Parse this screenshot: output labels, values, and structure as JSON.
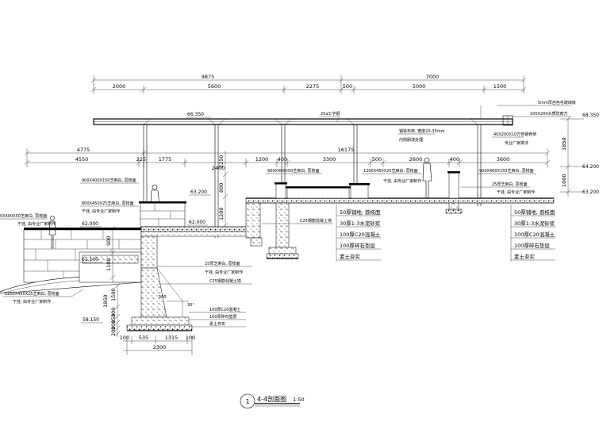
{
  "top_dims": {
    "row1": [
      "9875",
      "7000"
    ],
    "row2": [
      "2000",
      "5600",
      "2275",
      "500",
      "5000",
      "1500"
    ]
  },
  "mid_dims": {
    "row1": [
      "4775",
      "16175"
    ],
    "row2": [
      "4550",
      "225",
      "1775",
      "2400",
      "1200",
      "400",
      "3300",
      "500",
      "2600",
      "400",
      "3600"
    ]
  },
  "vertical_dims": {
    "center": [
      "2250",
      "800",
      "1200"
    ],
    "right": [
      "1850",
      "1000"
    ],
    "left_upper": [
      "900",
      "1100"
    ],
    "left_lower": [
      "1850",
      "1500",
      "300",
      "150",
      "200",
      "200"
    ]
  },
  "bottom_dims": {
    "row1": [
      "100",
      "535",
      "1315",
      "100"
    ],
    "row2": [
      "2300"
    ]
  },
  "elevations": {
    "roof": "66.350",
    "right_top": "68.350",
    "right_mid": "64.200",
    "right_low": "63.200",
    "deck": "63.200",
    "wall_top": "62.000",
    "wall_mid": "62.000",
    "planter": "61.100",
    "ground": "58.150"
  },
  "notes": {
    "h_beam": "25a工字钢",
    "glass_top": "5mm厚自色毛玻璃板",
    "wood_beam": "100X200木质防腐方",
    "steel_tube": "40X200X10方管钢骨架",
    "steel_tube2": "专业厂家做法",
    "glass_gap": "钢铁构架, 宽度20-35mm",
    "glass_gap2": "内侧刷漆处理",
    "paver1": "900X400X150芝麻白, 荔枝面",
    "seat1": "800X450X25芝麻白, 荔枝面",
    "seat1b": "干挂, 由专业厂家制作",
    "wall1": "0X400X50芝麻白, 荔枝面",
    "wall1b": "干挂, 由专业厂家制作",
    "cap_low": "1200X450X25芝麻白, 荔枝面",
    "cap_lowb": "干挂, 由专业厂家制作",
    "cap_mid1": "900X400X50芝麻白, 荔枝面",
    "cap_mid2": "1200X450X25芝麻白, 荔枝面",
    "cap_mid2b": "干挂, 由专业厂家制作",
    "cap_right": "900X400X150芝麻白, 荔枝面",
    "cap_right2": "25厚芝麻白, 荔枝面",
    "cap_right2b": "干挂, 由专业厂家制作",
    "c25_top": "C25钢筋混凝土墙",
    "wall_left1": "25厚芝麻白, 荔枝面",
    "wall_left1b": "干挂, 由专业厂家制作",
    "wall_left2": "C25钢筋混凝土墙",
    "wall_dim": "500",
    "slope": "30°",
    "base1": "100厚C20混凝土",
    "base2": "100厚碎石垫层",
    "base3": "素土夯实",
    "layers_mid": [
      "50厚铺地, 荔枝面",
      "30厚1:3水泥砂浆",
      "100厚C20混凝土",
      "100厚碎石垫层",
      "素土夯实"
    ],
    "layers_right": [
      "50厚铺地, 荔枝面",
      "30厚1:3水泥砂浆",
      "100厚C20混凝土",
      "100厚碎石垫层",
      "素土夯实"
    ]
  },
  "title": {
    "number": "1",
    "label": "4-4剖面图",
    "scale": "1:50"
  }
}
